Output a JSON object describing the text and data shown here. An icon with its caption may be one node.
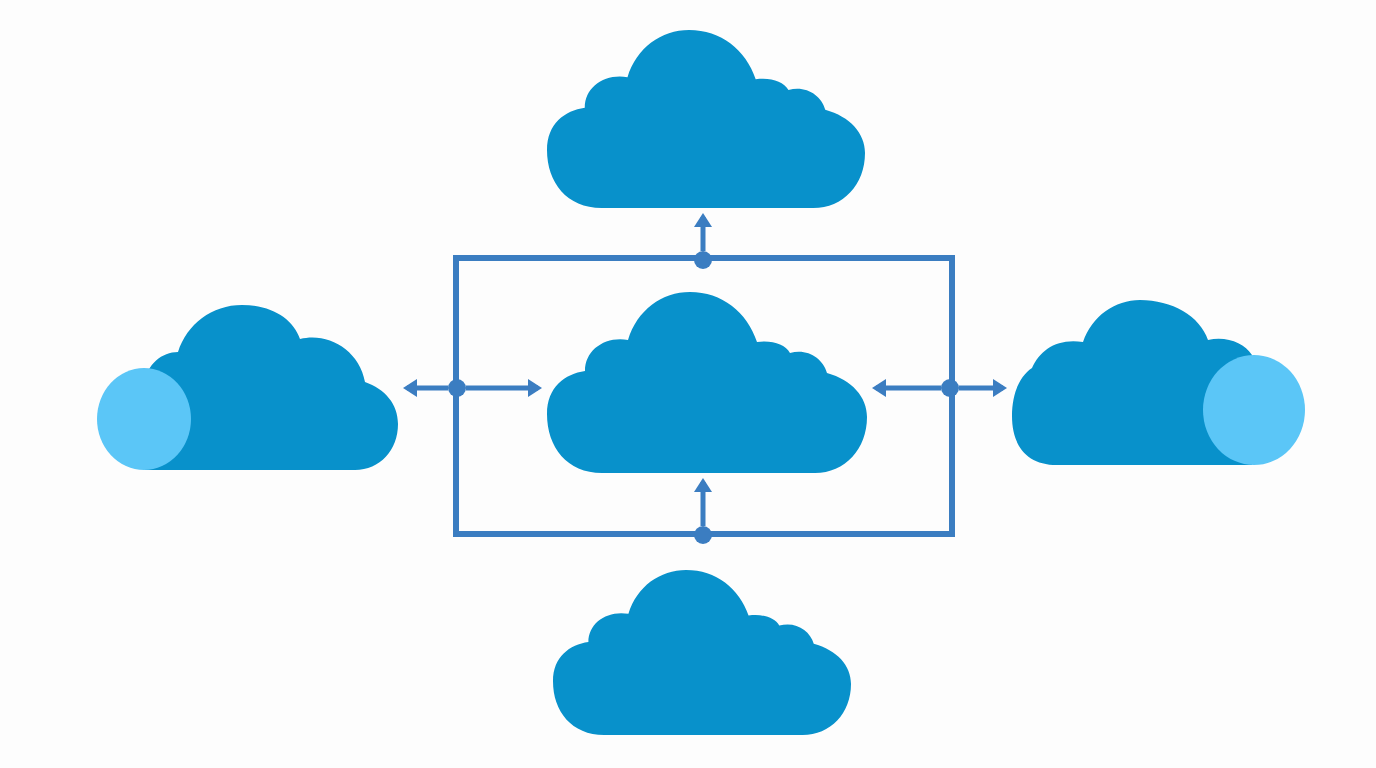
{
  "diagram": {
    "nodes": [
      {
        "text": [],
        "shape": "cloud"
      },
      {
        "text": [],
        "shape": "box"
      },
      {
        "text": [],
        "shape": "circle"
      },
      {
        "text": [],
        "shape": "cloud"
      },
      {
        "text": [],
        "shape": "circle"
      },
      {
        "text": [],
        "shape": "cloud",
        "in": 1
      },
      {
        "text": [],
        "shape": "circle"
      },
      {
        "text": [],
        "shape": "cloud"
      },
      {
        "text": [],
        "shape": "circle"
      },
      {
        "text": [],
        "shape": "cloud"
      }
    ],
    "edges": [
      {
        "from": 2,
        "to": 0,
        "arrow": "to"
      },
      {
        "from": 4,
        "to": 3,
        "arrow": "to"
      },
      {
        "from": 4,
        "to": 5,
        "arrow": "to"
      },
      {
        "from": 6,
        "to": 5,
        "arrow": "to"
      },
      {
        "from": 6,
        "to": 7,
        "arrow": "to"
      },
      {
        "from": 8,
        "to": 5,
        "arrow": "to"
      }
    ]
  }
}
